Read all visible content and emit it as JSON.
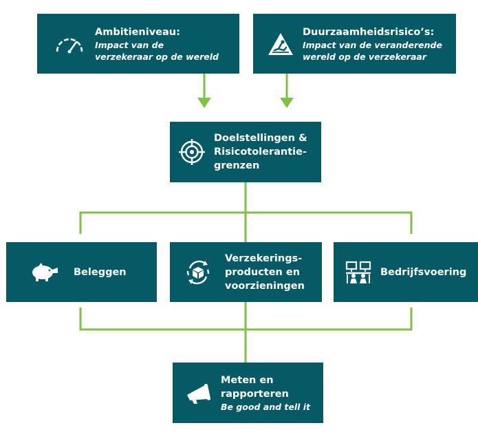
{
  "colors": {
    "box": "#065a66",
    "line": "#7dc242",
    "text": "#ffffff"
  },
  "nodes": {
    "ambitie": {
      "title": "Ambitieniveau:",
      "subtitle_lines": [
        "Impact van de",
        "verzekeraar op de wereld"
      ],
      "icon": "speedometer-icon"
    },
    "risico": {
      "title": "Duurzaamheidsrisico’s:",
      "subtitle_lines": [
        "Impact van de veranderende",
        "wereld op de verzekeraar"
      ],
      "icon": "slip-warning-icon"
    },
    "doel": {
      "title_lines": [
        "Doelstellingen &",
        "Risicotolerantie-",
        "grenzen"
      ],
      "icon": "target-icon"
    },
    "beleggen": {
      "title": "Beleggen",
      "icon": "piggy-bank-icon"
    },
    "verzekering": {
      "title_lines": [
        "Verzekerings-",
        "producten en",
        "voorzieningen"
      ],
      "icon": "recycle-box-icon"
    },
    "bedrijf": {
      "title": "Bedrijfsvoering",
      "icon": "meeting-icon"
    },
    "meten": {
      "title_lines": [
        "Meten en",
        "rapporteren"
      ],
      "subtitle": "Be good and tell it",
      "icon": "megaphone-icon"
    }
  }
}
